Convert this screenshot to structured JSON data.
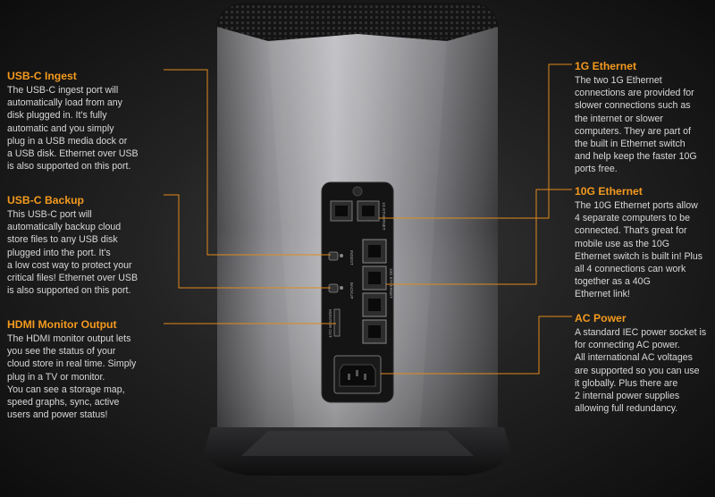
{
  "callouts": {
    "usbc_ingest": {
      "title": "USB-C Ingest",
      "body": "The USB-C ingest port will\nautomatically load from any\ndisk plugged in. It's fully\nautomatic and you simply\nplug in a USB media dock or\na USB disk. Ethernet over USB\nis also supported on this port."
    },
    "usbc_backup": {
      "title": "USB-C Backup",
      "body": "This USB-C port will\nautomatically backup cloud\nstore files to any USB disk\nplugged into the port. It's\na low cost way to protect your\ncritical files! Ethernet over USB\nis also supported on this port."
    },
    "hdmi_output": {
      "title": "HDMI Monitor Output",
      "body": "The HDMI monitor output lets\nyou see the status of your\ncloud store in real time. Simply\nplug in a TV or monitor.\nYou can see a storage map,\nspeed graphs, sync, active\nusers and power status!"
    },
    "ethernet_1g": {
      "title": "1G Ethernet",
      "body": "The two 1G Ethernet\nconnections are provided for\nslower connections such as\nthe internet or slower\ncomputers. They are part of\nthe built in Ethernet switch\nand help keep the faster 10G\nports free."
    },
    "ethernet_10g": {
      "title": "10G Ethernet",
      "body": "The 10G Ethernet ports allow\n4 separate computers to be\nconnected. That's great for\nmobile use as the 10G\nEthernet switch is built in! Plus\nall 4 connections can work\ntogether as a 40G\nEthernet link!"
    },
    "ac_power": {
      "title": "AC Power",
      "body": "A standard IEC power socket is\nfor connecting AC power.\nAll international AC voltages\nare supported so you can use\nit globally. Plus there are\n2 internal power supplies\nallowing full redundancy."
    }
  },
  "panel_labels": {
    "ingest": "INGEST",
    "backup": "BACKUP",
    "monitor_out": "MONITOR OUT",
    "eth_1g": "1G ETHERNET",
    "eth_10g": "10G ETHERNET"
  },
  "colors": {
    "accent": "#f39a1e",
    "body_text": "#d8d8d8",
    "leader_line": "#e08a1c"
  }
}
